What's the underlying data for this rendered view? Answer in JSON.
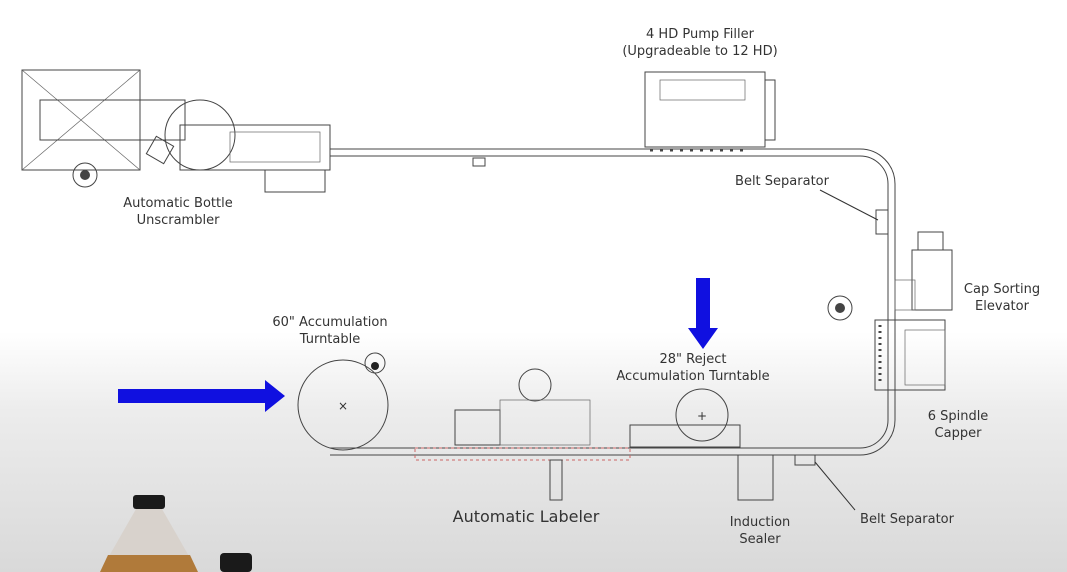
{
  "diagram": {
    "title": "Bottle filling production line layout",
    "labels": {
      "pump_filler_1": "4 HD Pump Filler",
      "pump_filler_2": "(Upgradeable to 12 HD)",
      "belt_separator_top": "Belt Separator",
      "unscrambler_1": "Automatic Bottle",
      "unscrambler_2": "Unscrambler",
      "cap_elevator_1": "Cap Sorting",
      "cap_elevator_2": "Elevator",
      "turntable60_1": "60\" Accumulation",
      "turntable60_2": "Turntable",
      "reject_1": "28\" Reject",
      "reject_2": "Accumulation Turntable",
      "capper_1": "6 Spindle",
      "capper_2": "Capper",
      "labeler": "Automatic Labeler",
      "sealer_1": "Induction",
      "sealer_2": "Sealer",
      "belt_separator_bottom": "Belt Separator"
    },
    "arrow_color": "#1010e0"
  }
}
